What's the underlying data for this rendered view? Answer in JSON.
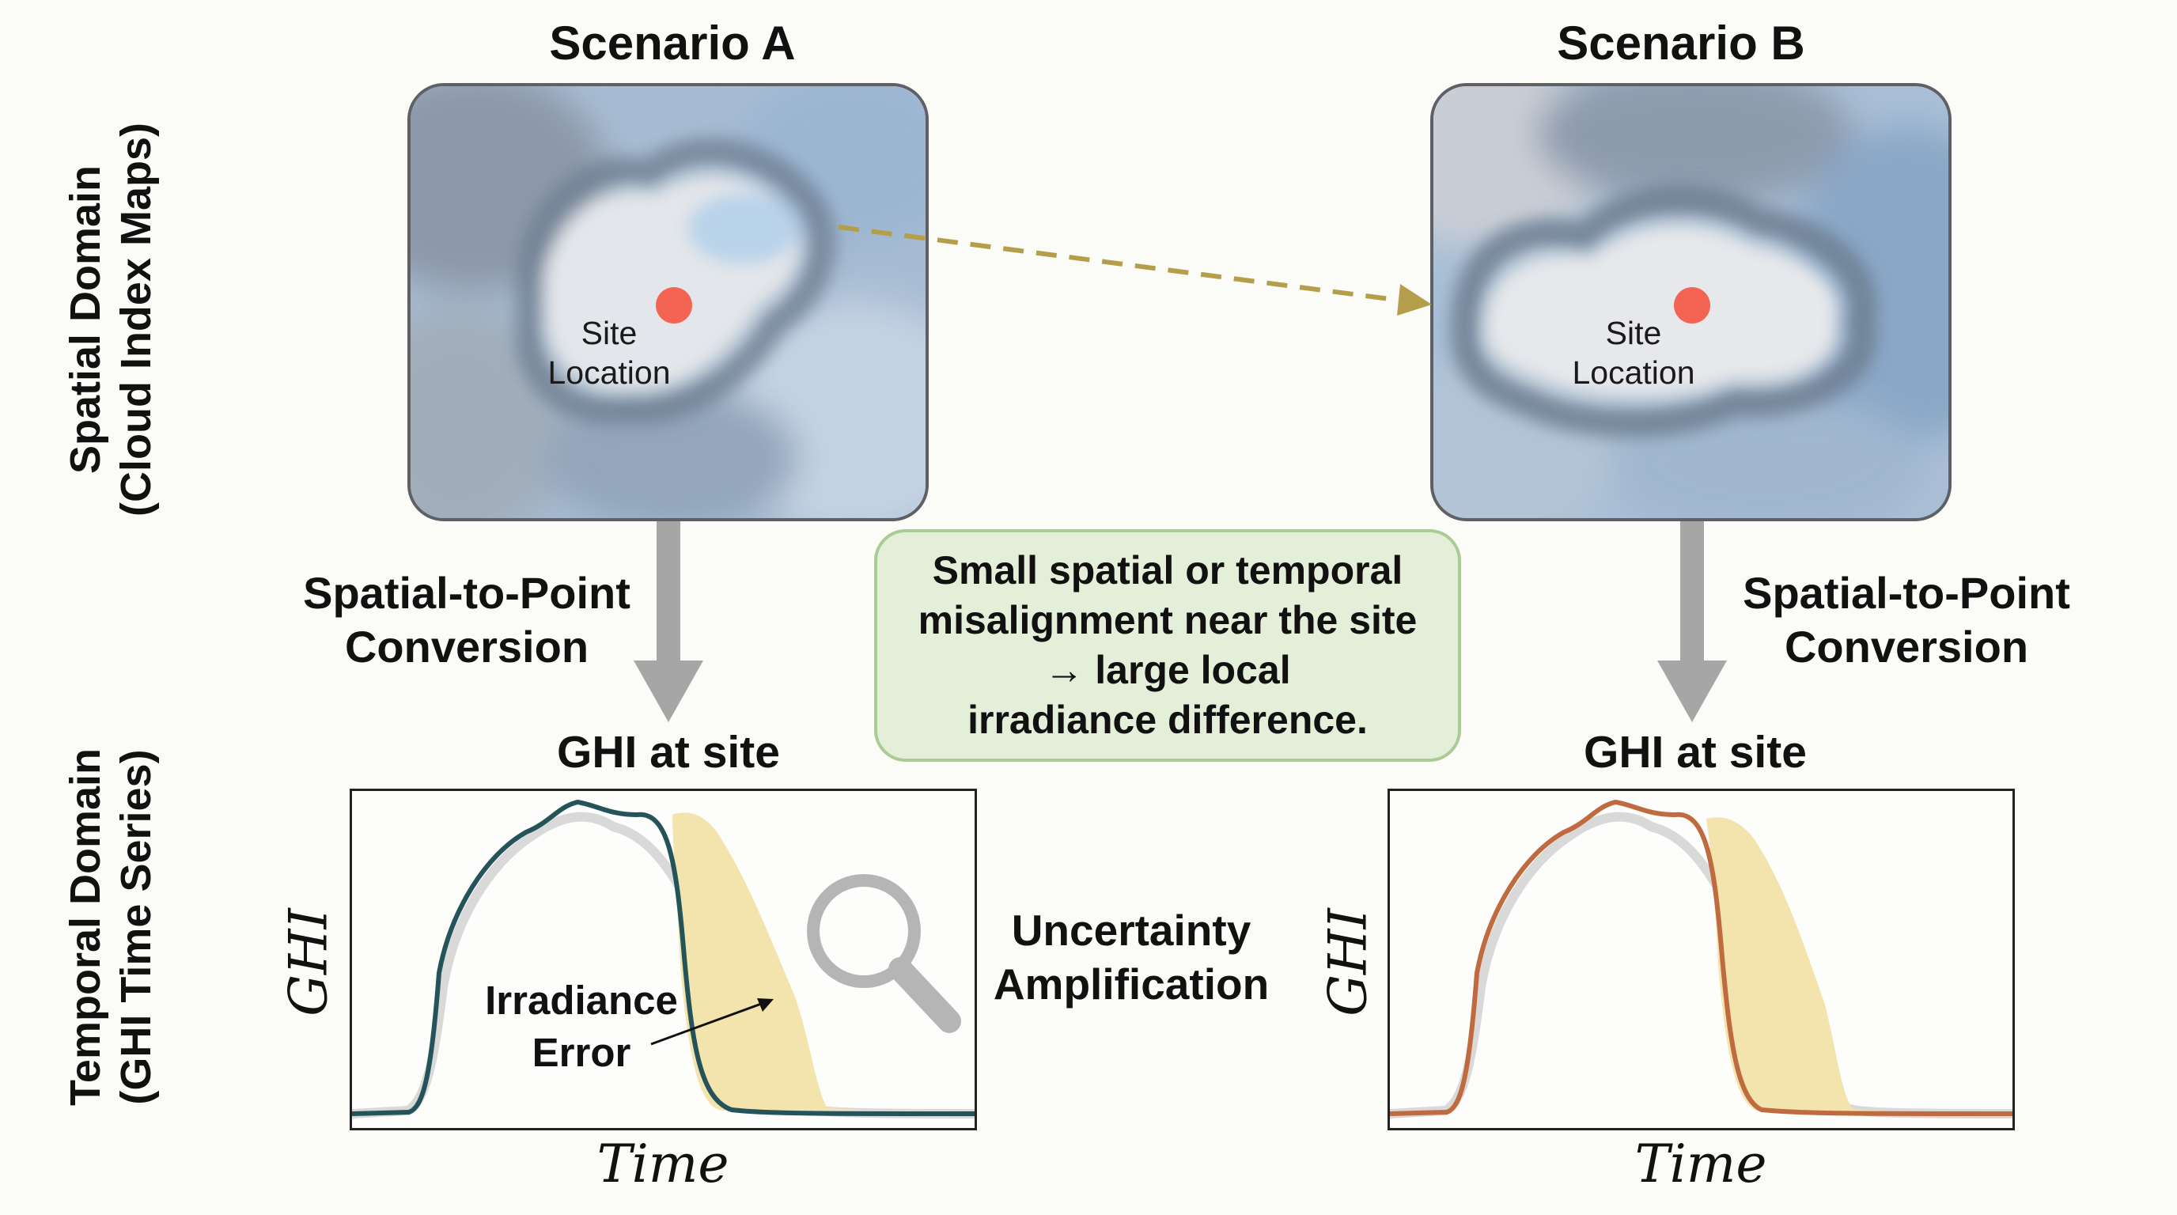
{
  "row_labels": {
    "spatial_line1": "Spatial Domain",
    "spatial_line2": "(Cloud Index Maps)",
    "temporal_line1": "Temporal Domain",
    "temporal_line2": "(GHI Time Series)"
  },
  "scenario_a": {
    "title": "Scenario A",
    "site_label_line1": "Site",
    "site_label_line2": "Location",
    "conversion_line1": "Spatial-to-Point",
    "conversion_line2": "Conversion",
    "plot_title": "GHI at site",
    "y_label": "GHI",
    "x_label": "Time",
    "error_line1": "Irradiance",
    "error_line2": "Error"
  },
  "scenario_b": {
    "title": "Scenario B",
    "site_label_line1": "Site",
    "site_label_line2": "Location",
    "conversion_line1": "Spatial-to-Point",
    "conversion_line2": "Conversion",
    "plot_title": "GHI at site",
    "y_label": "GHI",
    "x_label": "Time"
  },
  "callout": {
    "line1": "Small spatial or temporal",
    "line2": "misalignment near the site",
    "line3": "→ large local",
    "line4": "irradiance difference."
  },
  "amplification": {
    "line1": "Uncertainty",
    "line2": "Amplification"
  },
  "icons": [
    "magnifier-icon",
    "site-marker-icon",
    "displacement-arrow-icon",
    "down-arrow-icon"
  ],
  "colors": {
    "site_marker": "#f36552",
    "displacement_arrow": "#b59e4a",
    "curve_a": "#24545a",
    "curve_b": "#c06a3f",
    "error_fill": "#f3e3ac",
    "reference_curve": "#d9d9d9",
    "callout_fill": "#e3efd9",
    "callout_border": "#a8cc94",
    "down_arrow": "#a6a6a6"
  }
}
